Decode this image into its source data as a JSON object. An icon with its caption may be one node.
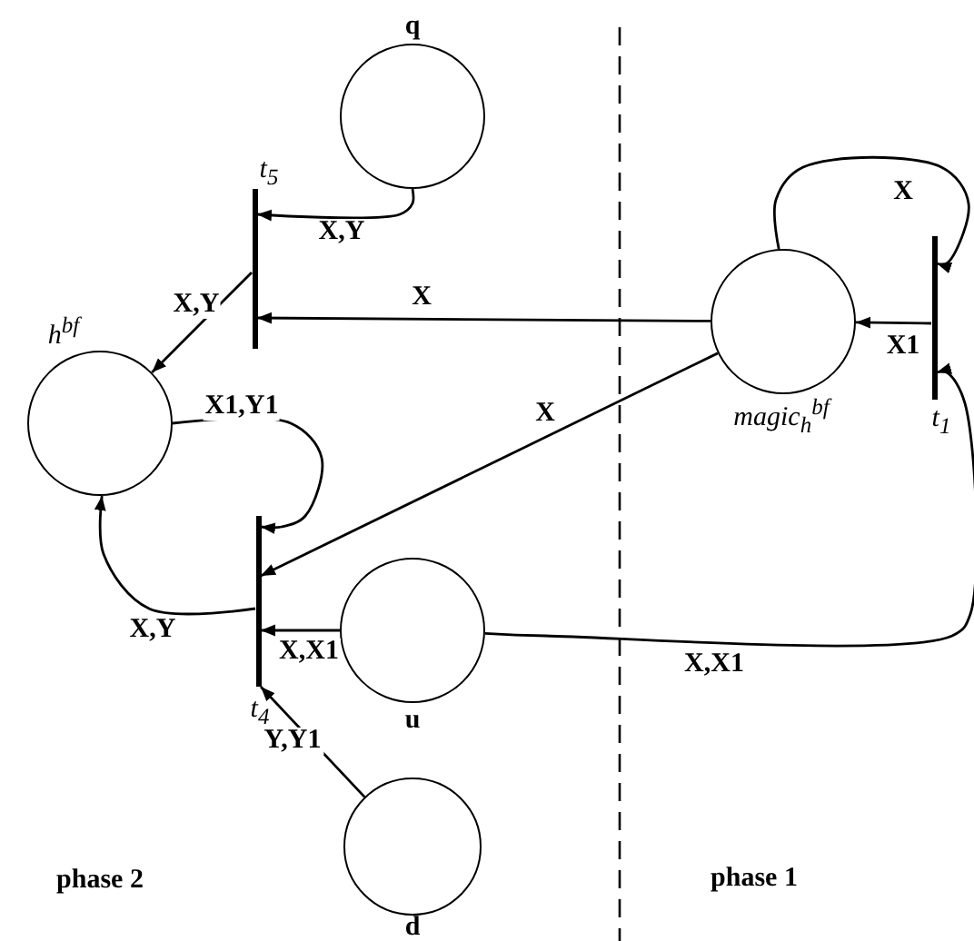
{
  "diagram": {
    "nodes": [
      {
        "text": [],
        "shape": "circle",
        "beside": [
          "q"
        ]
      },
      {
        "text": [],
        "shape": "bar",
        "beside": [
          "t$_{5}$"
        ]
      },
      {
        "text": [],
        "shape": "circle",
        "beside": [
          "h$^{bf}$"
        ]
      },
      {
        "text": [],
        "shape": "circle",
        "beside": [
          "magic$_{h}$$^{bf}$"
        ]
      },
      {
        "text": [],
        "shape": "bar",
        "beside": [
          "t$_{1}$"
        ]
      },
      {
        "text": [],
        "shape": "bar",
        "beside": [
          "t$_{4}$"
        ]
      },
      {
        "text": [],
        "shape": "circle",
        "beside": [
          "u"
        ]
      },
      {
        "text": [],
        "shape": "circle",
        "beside": [
          "d"
        ]
      }
    ],
    "edges": [
      {
        "from": 0,
        "to": 1,
        "arrow": "to",
        "label": "X,Y"
      },
      {
        "from": 1,
        "to": 2,
        "arrow": "to",
        "label": "X,Y"
      },
      {
        "from": 3,
        "to": 1,
        "arrow": "to",
        "label": "X"
      },
      {
        "from": 3,
        "to": 5,
        "arrow": "to",
        "label": "X"
      },
      {
        "from": 2,
        "to": 5,
        "arrow": "to",
        "label": "X1,Y1"
      },
      {
        "from": 5,
        "to": 2,
        "arrow": "to",
        "label": "X,Y"
      },
      {
        "from": 6,
        "to": 5,
        "arrow": "to",
        "label": "X,X1"
      },
      {
        "from": 7,
        "to": 5,
        "arrow": "to",
        "label": "Y,Y1"
      },
      {
        "from": 3,
        "to": 4,
        "arrow": "to",
        "label": "X"
      },
      {
        "from": 4,
        "to": 3,
        "arrow": "to",
        "label": "X1"
      },
      {
        "from": 6,
        "to": 4,
        "arrow": "to",
        "label": "X,X1"
      }
    ],
    "labels": [
      "phase 2",
      "phase 1"
    ]
  }
}
